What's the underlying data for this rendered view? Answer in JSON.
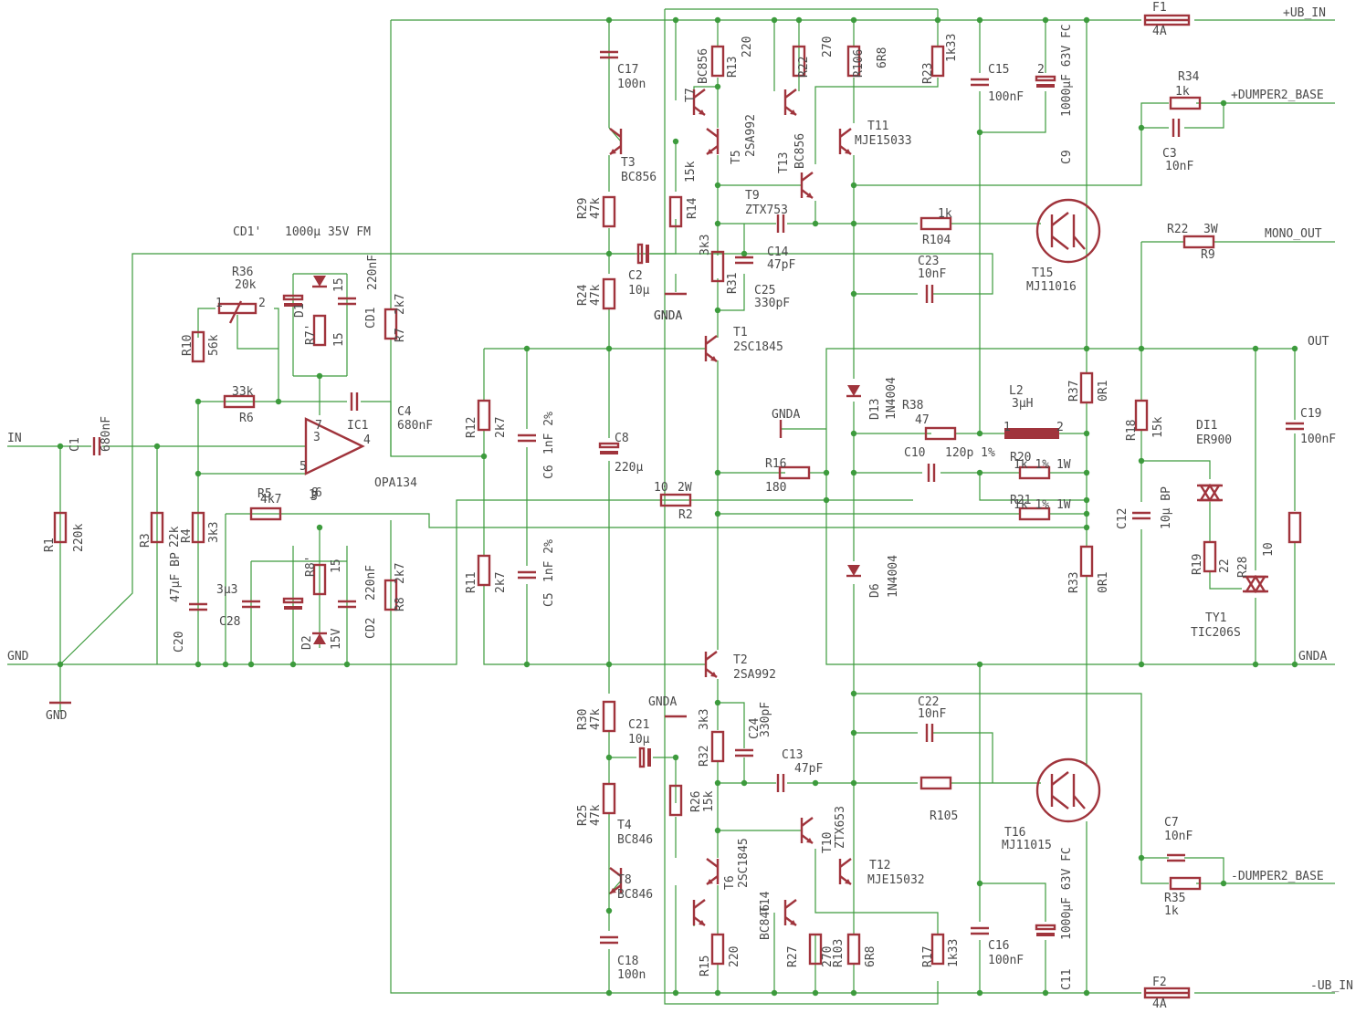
{
  "nets": {
    "in": "IN",
    "gnd_left": "GND",
    "gnd_sym": "GND",
    "ub_pos": "+UB_IN",
    "ub_neg": "-UB_IN",
    "dumper_pos": "+DUMPER2_BASE",
    "dumper_neg": "-DUMPER2_BASE",
    "mono_out": "MONO_OUT",
    "out": "OUT",
    "gnda_right": "GNDA",
    "gnda1": "GNDA",
    "gnda2": "GNDA",
    "gnda3": "GNDA"
  },
  "title_note": "CD1' 1000µ 35V FM",
  "labels": [
    "C1",
    "680nF",
    "R1",
    "220k",
    "R3",
    "22k",
    "R4",
    "3k3",
    "C20",
    "47µF BP",
    "C28",
    "3µ3",
    "CD1'",
    "1000µ 35V FM",
    "R36",
    "20k",
    "R10",
    "56k",
    "D1",
    "R7'",
    "15",
    "15",
    "CD1",
    "220nF",
    "R7",
    "2k7",
    "33k",
    "R6",
    "IC1",
    "C4",
    "680nF",
    "OPA134",
    "R5",
    "4k7",
    "R8'",
    "15",
    "D2",
    "15V",
    "CD2",
    "220nF",
    "R8",
    "2k7",
    "C17",
    "100n",
    "T7",
    "BC856",
    "R13",
    "220",
    "R22",
    "270",
    "R106",
    "6R8",
    "R23",
    "1k33",
    "C15",
    "100nF",
    "C9",
    "1000µF 63V FC",
    "F1",
    "4A",
    "R34",
    "1k",
    "C3",
    "10nF",
    "T3",
    "BC856",
    "T5",
    "2SA992",
    "T13",
    "BC856",
    "T11",
    "MJE15033",
    "T9",
    "ZTX753",
    "R14",
    "15k",
    "R29",
    "47k",
    "C2",
    "10µ",
    "R24",
    "47k",
    "R31",
    "3k3",
    "C14",
    "47pF",
    "C25",
    "330pF",
    "GNDA",
    "1k",
    "R104",
    "C23",
    "10nF",
    "T15",
    "MJ11016",
    "R22",
    "3W",
    "R9",
    "T1",
    "2SC1845",
    "D13",
    "1N4004",
    "R38",
    "47",
    "L2",
    "3µH",
    "R37",
    "0R1",
    "R18",
    "15k",
    "DI1",
    "ER900",
    "C19",
    "100nF",
    "R12",
    "2k7",
    "C6",
    "1nF 2%",
    "C8",
    "220µ",
    "R16",
    "180",
    "C10",
    "120p 1%",
    "R20",
    "1k 1% 1W",
    "10",
    "2W",
    "R2",
    "R21",
    "1k 1% 1W",
    "C12",
    "10µ BP",
    "R11",
    "2k7",
    "C5",
    "1nF 2%",
    "D6",
    "1N4004",
    "R33",
    "0R1",
    "R19",
    "22",
    "R28",
    "10",
    "TY1",
    "TIC206S",
    "T2",
    "2SA992",
    "R30",
    "47k",
    "C21",
    "10µ",
    "R32",
    "3k3",
    "C24",
    "330pF",
    "C13",
    "47pF",
    "C22",
    "10nF",
    "R105",
    "T16",
    "MJ11015",
    "R25",
    "47k",
    "T4",
    "BC846",
    "R26",
    "15k",
    "T6",
    "2SC1845",
    "T10",
    "ZTX653",
    "T12",
    "MJE15032",
    "C7",
    "10nF",
    "R35",
    "1k",
    "T8",
    "BC846",
    "T14",
    "BC846",
    "R27",
    "270",
    "R103",
    "6R8",
    "R17",
    "1k33",
    "C16",
    "100nF",
    "C11",
    "1000µF 63V FC",
    "C18",
    "100n",
    "R15",
    "220",
    "F2",
    "4A",
    "1",
    "2",
    "1",
    "2",
    "3",
    "4",
    "5",
    "6",
    "7",
    "8",
    "3",
    "1",
    "2",
    "+"
  ]
}
